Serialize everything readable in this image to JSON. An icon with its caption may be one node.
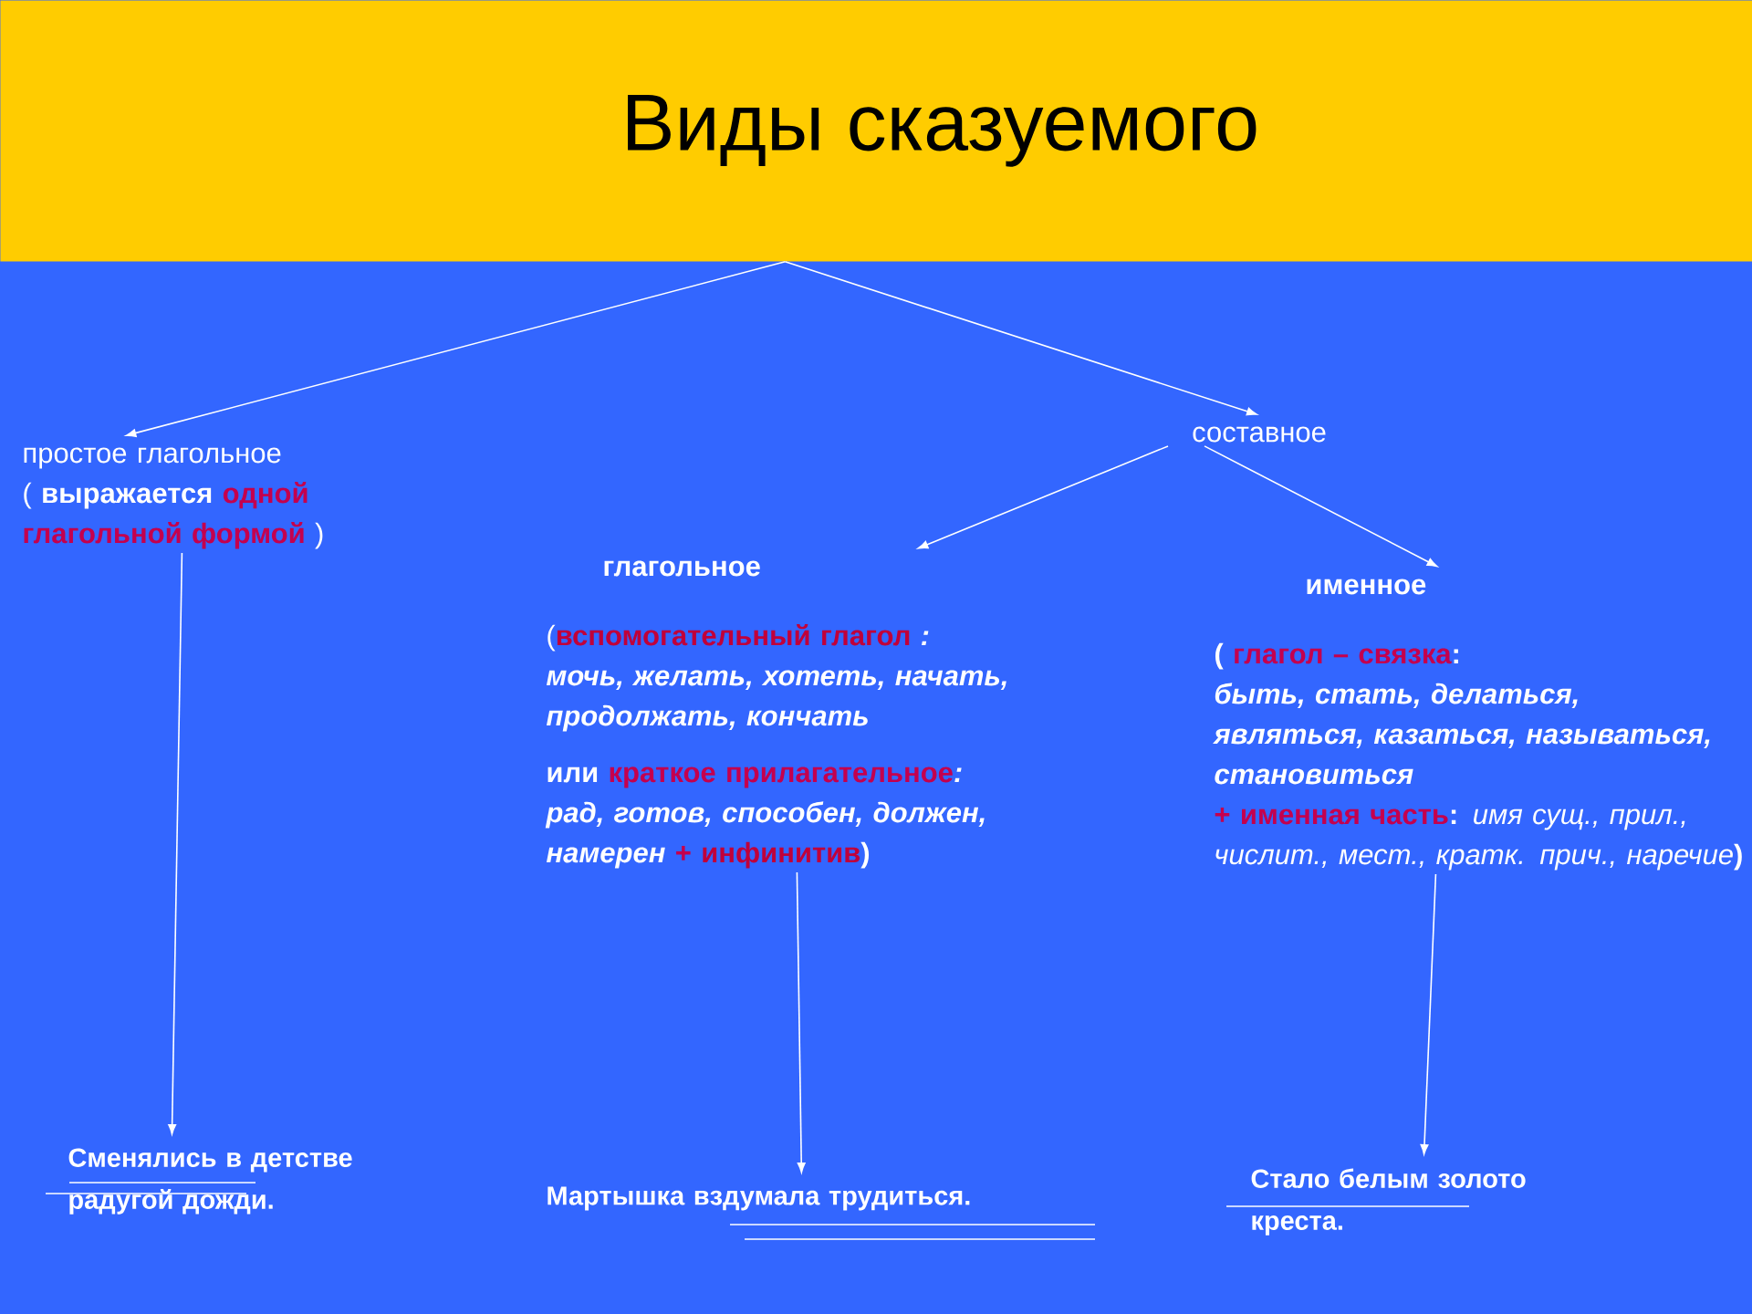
{
  "diagram": {
    "nodes": [
      {
        "text": [
          "Виды сказуемого"
        ]
      },
      {
        "text": [
          "простое глагольное",
          "(",
          "выражается",
          "одной глагольной формой",
          ")"
        ]
      },
      {
        "text": [
          "составное"
        ]
      },
      {
        "text": [
          "глагольное",
          "(",
          "вспомогательный глагол",
          ": мочь, желать, хотеть, начать, продолжать, кончать",
          "или",
          "краткое прилагательное",
          ": рад, готов, способен, должен, намерен",
          "+",
          "инфинитив",
          ")"
        ]
      },
      {
        "text": [
          "именное",
          "(",
          "глагол – связка",
          ":",
          "быть, стать, делаться, являться, казаться, называться, становиться",
          "+ именная часть",
          ":",
          "имя сущ., прил., числит., мест., кратк. прич., наречие",
          ")"
        ]
      },
      {
        "text": [
          "Сменялись в детстве радугой дожди."
        ]
      },
      {
        "text": [
          "Мартышка вздумала трудиться."
        ]
      },
      {
        "text": [
          "Стало белым золото креста."
        ]
      }
    ],
    "edges": [
      {
        "from": 0,
        "to": 1,
        "arrow": "to"
      },
      {
        "from": 0,
        "to": 2,
        "arrow": "to"
      },
      {
        "from": 2,
        "to": 3,
        "arrow": "to"
      },
      {
        "from": 2,
        "to": 4,
        "arrow": "to"
      },
      {
        "from": 1,
        "to": 5,
        "arrow": "to"
      },
      {
        "from": 3,
        "to": 6,
        "arrow": "to"
      },
      {
        "from": 4,
        "to": 7,
        "arrow": "to"
      }
    ]
  }
}
